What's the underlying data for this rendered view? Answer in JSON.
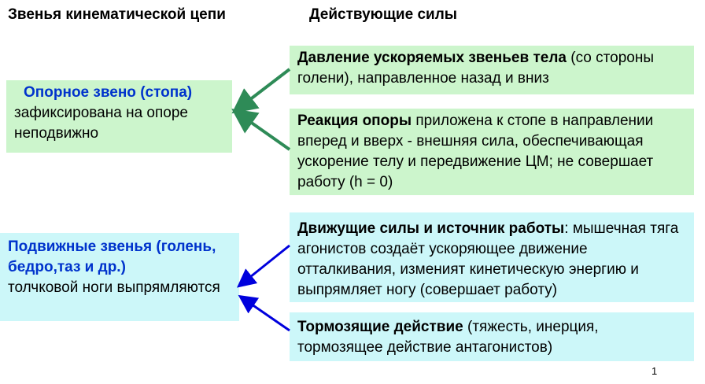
{
  "headers": {
    "links": "Звенья кинематической цепи",
    "forces": "Действующие силы"
  },
  "colors": {
    "green_box": "#ccf5cc",
    "cyan_box": "#ccf7f9",
    "green_arrow": "#2e8b57",
    "blue_arrow": "#0000dd",
    "blue_text": "#0033cc"
  },
  "support_link": {
    "title": "Опорное звено (стопа)",
    "text": "зафиксирована на опоре неподвижно"
  },
  "moving_links": {
    "title": "Подвижные звенья (голень, бедро,таз и др.)",
    "text": "толчковой ноги выпрямляются"
  },
  "pressure": {
    "bold": "Давление ускоряемых звеньев тела",
    "text": " (со стороны голени), направленное назад и вниз"
  },
  "reaction": {
    "bold": "Реакция опоры",
    "text": " приложена к стопе в направлении вперед и вверх - внешняя сила, обеспечивающая ускорение телу и передвижение ЦМ; не совершает работу (h = 0)"
  },
  "driving": {
    "bold": "Движущие силы и источник работы",
    "text": ": мышечная тяга агонистов создаёт ускоряющее движение отталкивания, изменият кинетическую энергию  и выпрямляет ногу (совершает работу)"
  },
  "braking": {
    "bold": "Тормозящие действие",
    "text": " (тяжесть, инерция, тормозящее действие антагонистов)"
  },
  "page_number": "1"
}
